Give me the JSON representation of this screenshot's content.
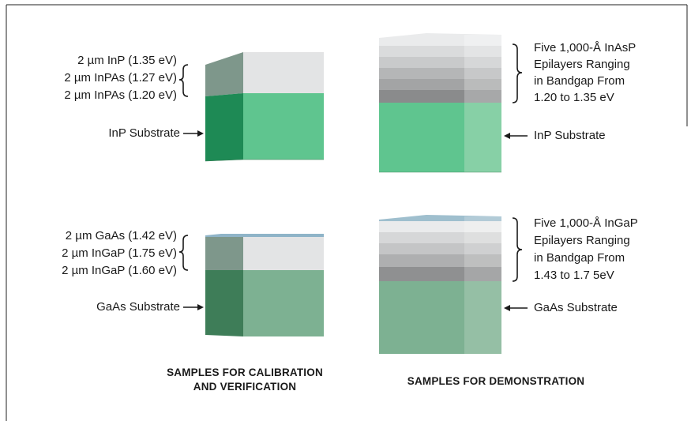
{
  "panels": {
    "calibration_inp": {
      "layers": [
        "2 µm InP (1.35 eV)",
        "2 µm InPAs (1.27 eV)",
        "2 µm InPAs (1.20 eV)"
      ],
      "substrate": "InP Substrate",
      "substrate_color": "#5fc58f"
    },
    "demo_inasp": {
      "description": [
        "Five 1,000-Å InAsP",
        "Epilayers Ranging",
        "in Bandgap From",
        "1.20 to 1.35 eV"
      ],
      "substrate": "InP Substrate",
      "substrate_color": "#5fc58f"
    },
    "calibration_gaas": {
      "layers": [
        "2 µm GaAs (1.42 eV)",
        "2 µm InGaP (1.75 eV)",
        "2 µm InGaP (1.60 eV)"
      ],
      "substrate": "GaAs Substrate",
      "substrate_color": "#7db192"
    },
    "demo_ingap": {
      "description": [
        "Five 1,000-Å InGaP",
        "Epilayers Ranging",
        "in Bandgap From",
        "1.43 to 1.7 5eV"
      ],
      "substrate": "GaAs Substrate",
      "substrate_color": "#7db192"
    }
  },
  "captions": {
    "calibration": [
      "SAMPLES FOR CALIBRATION",
      "AND VERIFICATION"
    ],
    "demonstration": "SAMPLES FOR DEMONSTRATION"
  }
}
